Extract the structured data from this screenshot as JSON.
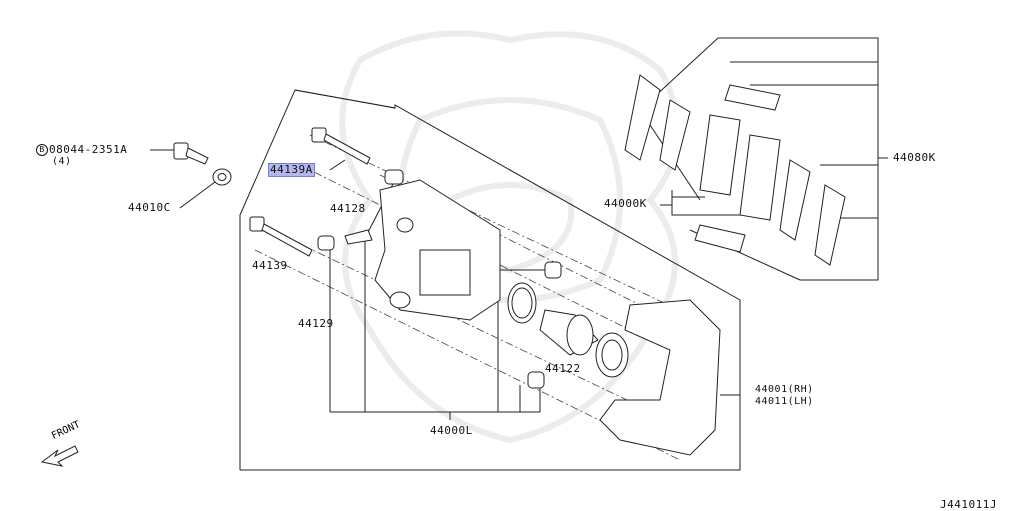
{
  "labels": {
    "bolt_part": "08044-2351A",
    "bolt_qty": "(4)",
    "bolt_symbol": "B",
    "washer": "44010C",
    "pin_bolt_a": "44139A",
    "pin_bolt": "44139",
    "bushing": "44128",
    "boot": "44129",
    "piston": "44122",
    "seal_kit": "44000L",
    "pad_kit": "44000K",
    "pad_hardware": "44080K",
    "caliper_rh": "44001(RH)",
    "caliper_lh": "44011(LH)",
    "front": "FRONT",
    "drawing_id": "J441011J"
  },
  "colors": {
    "line": "#222222",
    "highlight": "#b3b7ec",
    "watermark": "#ececec"
  }
}
